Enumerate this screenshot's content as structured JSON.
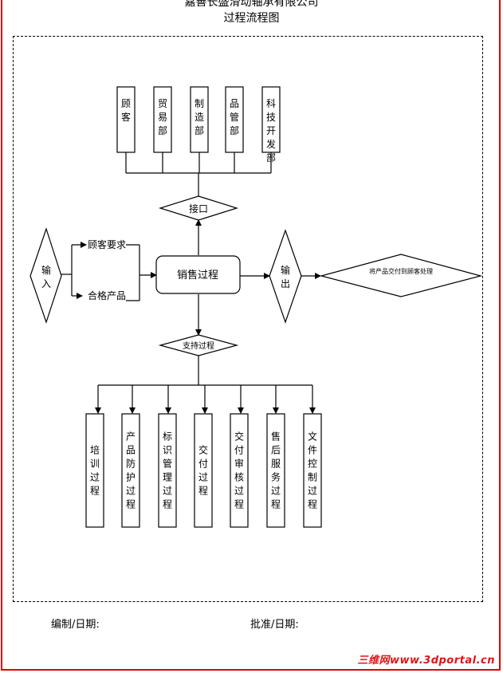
{
  "header": {
    "company_clipped": "嘉善长盛滑动轴承有限公司",
    "title": "过程流程图"
  },
  "top_boxes": [
    "顾客",
    "贸易部",
    "制造部",
    "品管部",
    "科技开发部"
  ],
  "interface_label": "接口",
  "input_label": "输入",
  "input_items": [
    "顾客要求",
    "合格产品"
  ],
  "center_label": "销售过程",
  "output_label": "输出",
  "output_result": "将产品交付到顾客处理",
  "support_label": "支持过程",
  "bottom_boxes": [
    "培训过程",
    "产品防护过程",
    "标识管理过程",
    "交付过程",
    "交付审核过程",
    "售后服务过程",
    "文件控制过程"
  ],
  "footer": {
    "prepared": "编制/日期:",
    "approved": "批准/日期:"
  },
  "watermark": "三维网www.3dportal.cn",
  "colors": {
    "frame": "#e00000",
    "line": "#000000",
    "watermark": "#d81818"
  }
}
